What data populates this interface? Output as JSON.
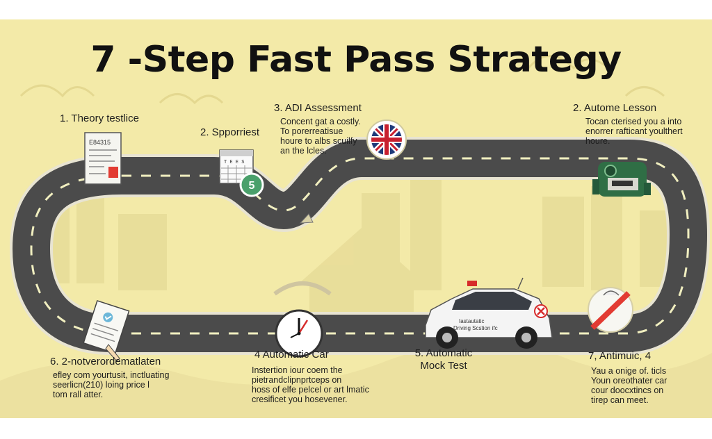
{
  "title": "7 -Step Fast Pass Strategy",
  "steps": [
    {
      "heading": "1. Theory testlice",
      "lines": []
    },
    {
      "heading": "2. Spporriest",
      "lines": []
    },
    {
      "heading": "3. ADI Assessment",
      "lines": [
        "Concent gat a costly.",
        "To porerreatisue",
        "houre to albs scuilfy",
        "an the lcles."
      ]
    },
    {
      "heading": "2. Autome Lesson",
      "lines": [
        "Tocan cterised you a into",
        "enorrer rafticant youlthert",
        "houre."
      ]
    },
    {
      "heading": "4 Automatic Car",
      "lines": [
        "Instertion iour coem the",
        "pietrandclipnprtceps on",
        "hoss of elfe pelcel or art lmatic",
        "cresificet you hosevener."
      ]
    },
    {
      "heading": "5. Automatic",
      "heading2": "Mock Test",
      "lines": []
    },
    {
      "heading": "6. 2-notverordematlaten",
      "lines": [
        "efley com yourtusit, inctluating",
        "seerlicn(210) loing price l",
        "tom rall atter."
      ]
    },
    {
      "heading": "7, Antimuic, 4",
      "lines": [
        "Yau a onige of. ticls",
        "Youn oreothater car",
        "cour doocxtincs on",
        "tirep can meet."
      ]
    }
  ],
  "car": {
    "line1": "Iastautatic",
    "line2": "Driving Scstion ifc"
  },
  "calendar": {
    "label": "T E E S"
  },
  "badge": {
    "label": "5"
  },
  "paper": {
    "label": "E84315"
  },
  "colors": {
    "background": "#f3eaa8",
    "road": "#4b4b4b",
    "road_edge": "#e8e4d2",
    "dash": "#f1efc0",
    "accent_red": "#e23b32"
  }
}
